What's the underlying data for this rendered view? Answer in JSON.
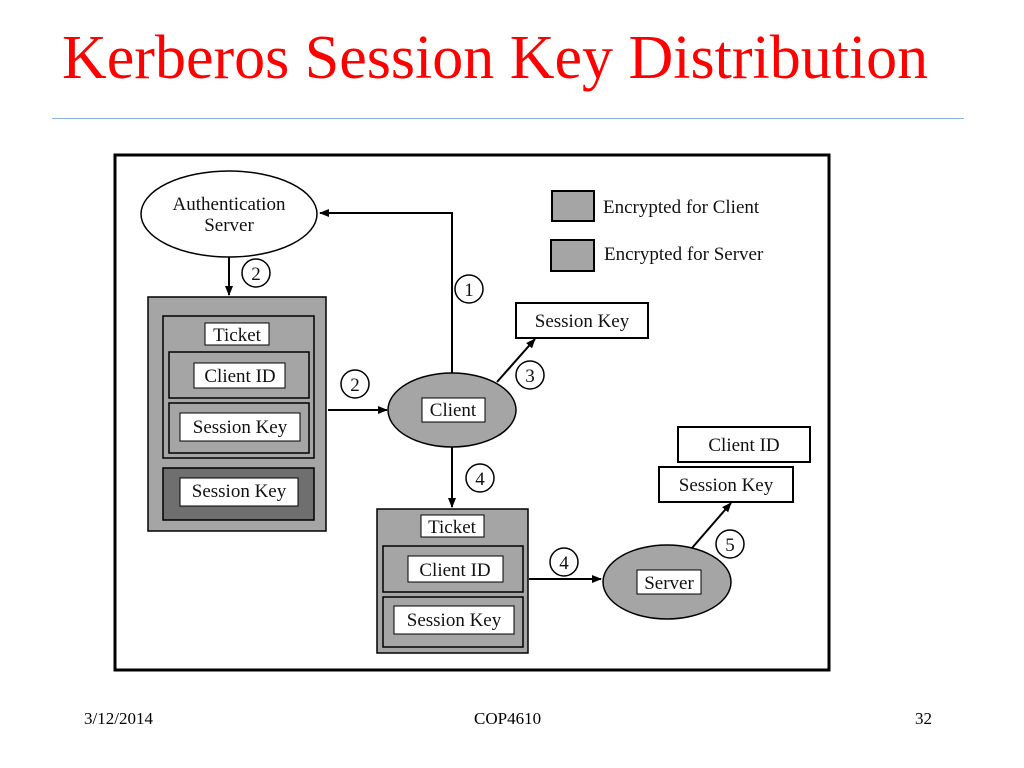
{
  "slide": {
    "title": "Kerberos Session Key Distribution"
  },
  "diagram": {
    "auth_server_line1": "Authentication",
    "auth_server_line2": "Server",
    "client": "Client",
    "server": "Server",
    "legend": {
      "client_label": "Encrypted for Client",
      "server_label": "Encrypted for Server"
    },
    "package1": {
      "ticket": "Ticket",
      "client_id": "Client ID",
      "session_key": "Session Key",
      "session_key_client": "Session Key"
    },
    "package2": {
      "ticket": "Ticket",
      "client_id": "Client ID",
      "session_key": "Session Key"
    },
    "client_session_key": "Session Key",
    "server_client_id": "Client ID",
    "server_session_key": "Session Key",
    "steps": {
      "s1": "1",
      "s2a": "2",
      "s2b": "2",
      "s3": "3",
      "s4a": "4",
      "s4b": "4",
      "s5": "5"
    },
    "colors": {
      "encrypted_client": "#a5a5a5",
      "encrypted_server": "#a5a5a5",
      "dark_inner": "#6f6f6f"
    }
  },
  "footer": {
    "date": "3/12/2014",
    "course": "COP4610",
    "page": "32"
  }
}
